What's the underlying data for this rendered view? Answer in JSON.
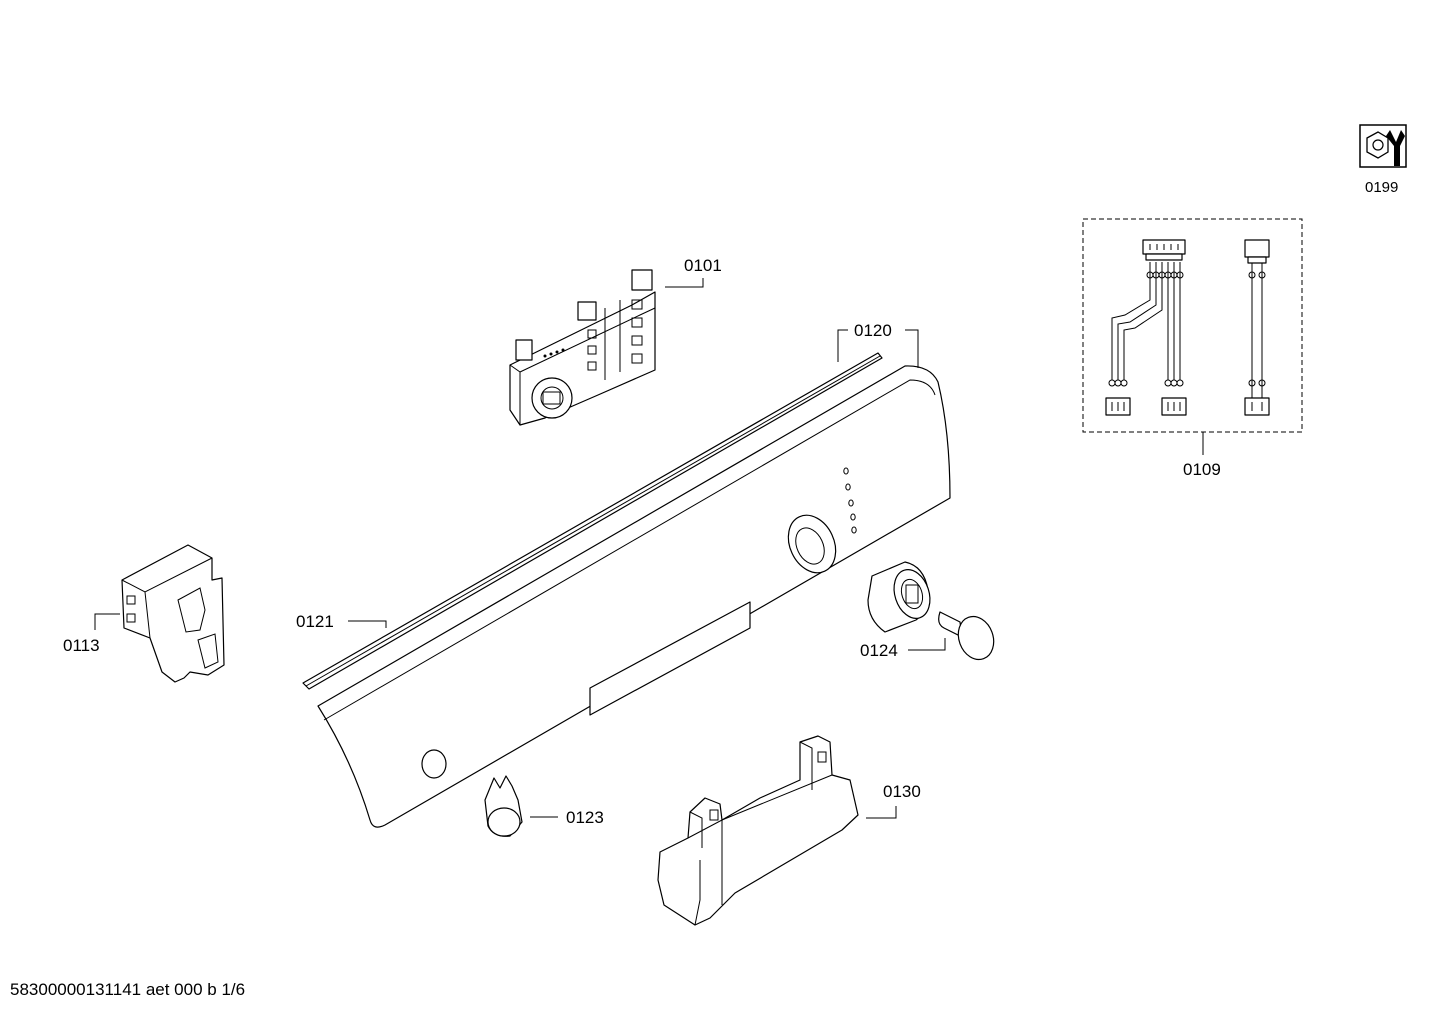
{
  "labels": {
    "p0101": "0101",
    "p0109": "0109",
    "p0113": "0113",
    "p0120": "0120",
    "p0121": "0121",
    "p0123": "0123",
    "p0124": "0124",
    "p0130": "0130",
    "p0199": "0199"
  },
  "footer": {
    "code": "58300000131141 aet 000 b 1/6"
  },
  "icons": {
    "service_kit": "wrench-nut-icon"
  }
}
